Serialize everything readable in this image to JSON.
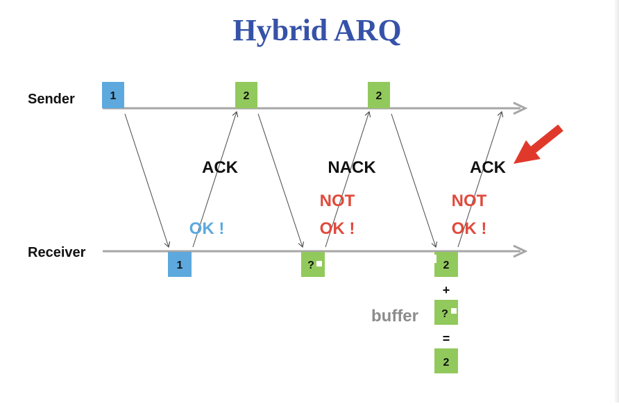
{
  "title": "Hybrid ARQ",
  "lanes": {
    "sender": "Sender",
    "receiver": "Receiver"
  },
  "sender_packets": [
    "1",
    "2",
    "2"
  ],
  "receiver_packets": [
    "1",
    "?",
    "2"
  ],
  "feedback": {
    "ack_1": "ACK",
    "nack": "NACK",
    "ack_2": "ACK"
  },
  "status": {
    "ok": "OK !",
    "not_ok_1_line1": "NOT",
    "not_ok_1_line2": "OK !",
    "not_ok_2_line1": "NOT",
    "not_ok_2_line2": "OK !"
  },
  "combine": {
    "plus": "+",
    "buffer_label": "buffer",
    "buffered_packet": "?",
    "equals": "=",
    "result_packet": "2"
  },
  "colors": {
    "title": "#3652a8",
    "blue_packet": "#5da9de",
    "green_packet": "#92c95c",
    "ok_text": "#5da9de",
    "not_ok_text": "#e04a3c",
    "highlight_arrow": "#e0392b",
    "timeline": "#a6a6a6",
    "buffer_text": "#8c8c8c"
  }
}
